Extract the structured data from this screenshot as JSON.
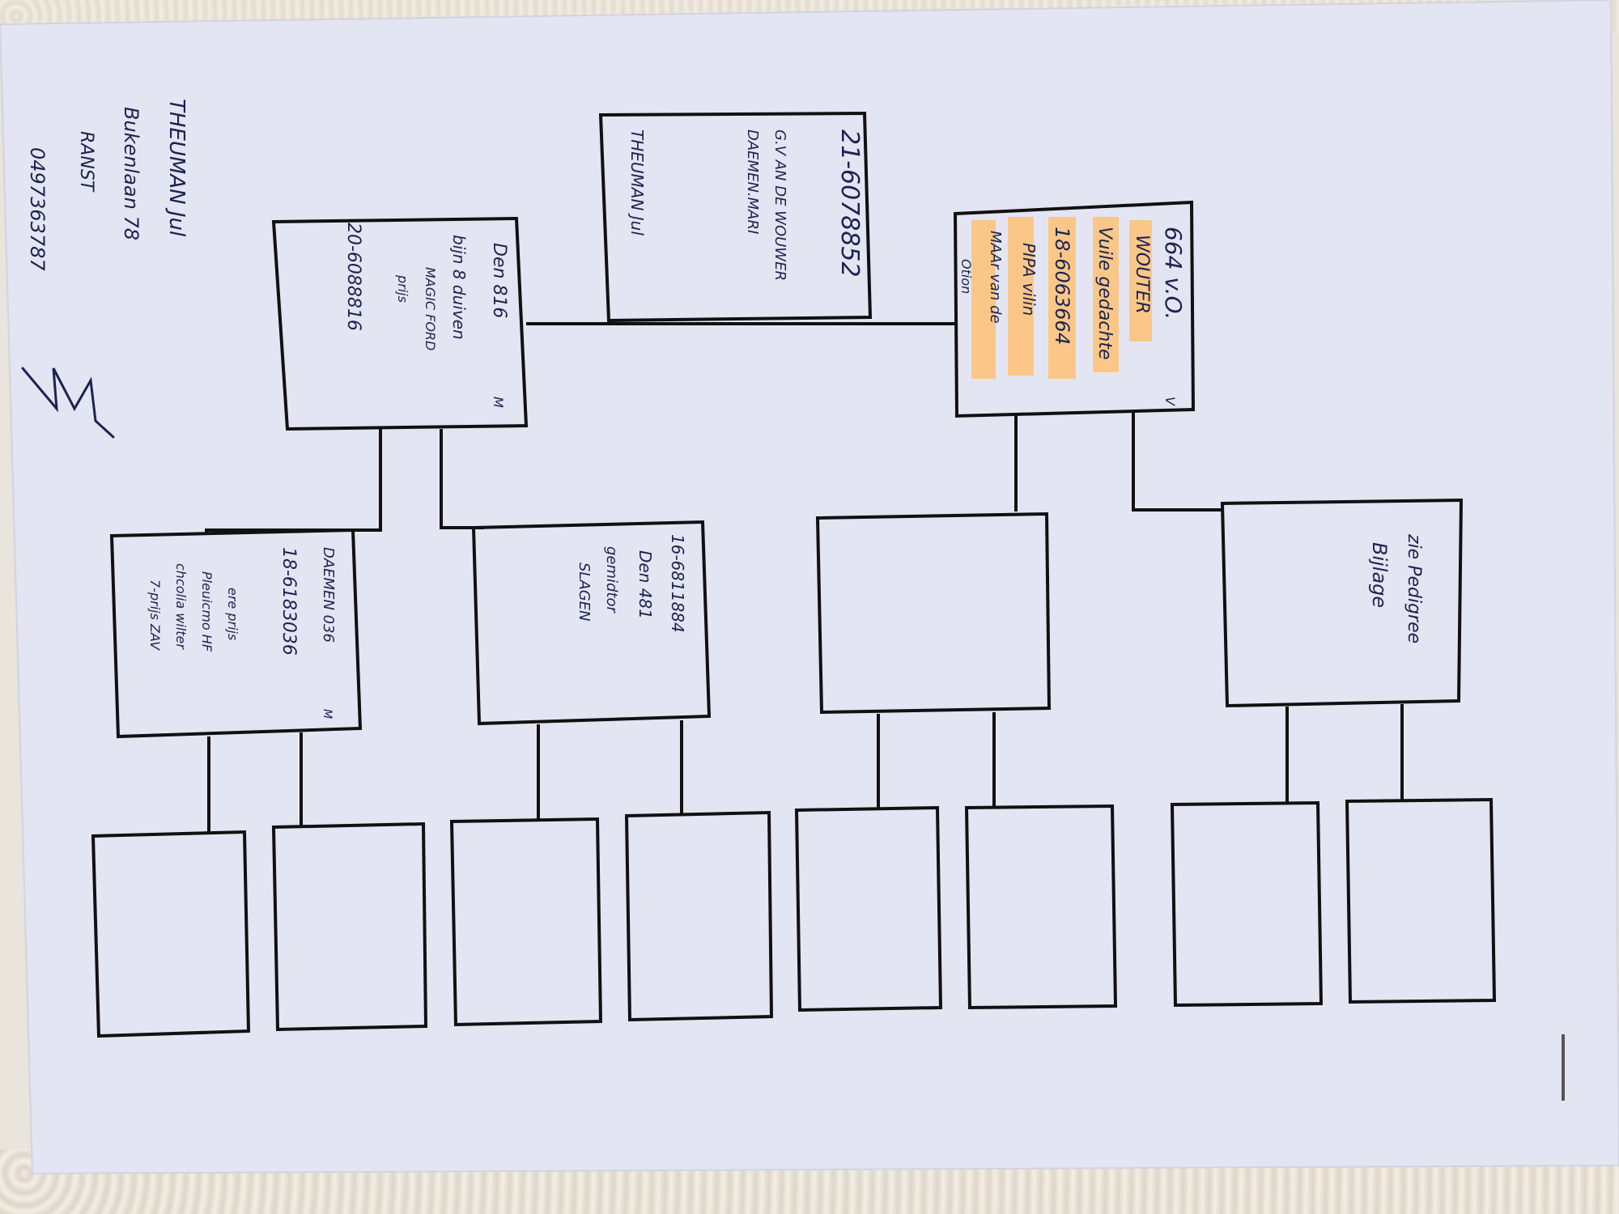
{
  "owner_note": {
    "line1": "THEUMAN Jul",
    "line2": "Bukenlaan 78",
    "line3": "RANST",
    "line4": "0497363787",
    "signature": "signature"
  },
  "boxes": {
    "root": {
      "lines": [
        "664 v.O.",
        "WOUTER",
        "Vuile gedachte",
        "18-6063664",
        "PIPA vilin",
        "MAAr van de",
        "Otion"
      ],
      "marker": "V",
      "highlight_color": "#ffc277"
    },
    "spouse": {
      "lines": [
        "21-6078852",
        "G.V AN DE WOUWER",
        "DAEMEN.MARI",
        "THEUMAN Jul"
      ]
    },
    "sire": {
      "lines": [
        "Den 816",
        "bijn 8 duiven",
        "MAGIC FORD",
        "prijs",
        "20-6088816"
      ],
      "marker": "M"
    },
    "sire_mother": {
      "lines": [
        "16-6811884",
        "Den 481",
        "gemidtor",
        "SLAGEN"
      ]
    },
    "sire_father": {
      "lines": [
        "DAEMEN 036",
        "18-6183036",
        "ere prijs",
        "Pleuicmo HF",
        "chcolia wilter",
        "7-prijs ZAV"
      ],
      "marker": "M"
    },
    "dam_mother": {
      "lines": [
        "zie Pedigree",
        "Bijlage"
      ]
    }
  },
  "colors": {
    "paper": "#e4e5f2",
    "ink": "#111111",
    "handwriting": "#1c2350",
    "highlight": "#ffc277"
  }
}
